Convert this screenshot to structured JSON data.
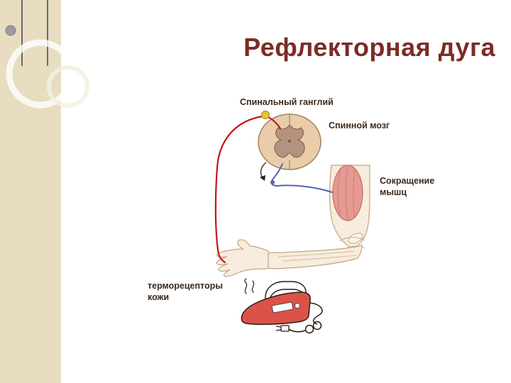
{
  "slide": {
    "title": "Рефлекторная дуга"
  },
  "diagram": {
    "labels": {
      "spinal_ganglion": "Спинальный ганглий",
      "spinal_cord": "Спинной мозг",
      "muscle_contraction": "Сокращение мышц",
      "skin_thermoreceptors": "терморецепторы кожи"
    },
    "colors": {
      "title": "#7d2b25",
      "sidebar_bg": "#e8ddc1",
      "sensory_path_red": "#c41414",
      "motor_path_blue": "#5663ae",
      "ganglion_yellow": "#e6c23c",
      "muscle_pink": "#e59a92",
      "skin": "#f7ecdd",
      "spinal_cord_tan": "#e9cdab",
      "iron_red": "#db5348"
    }
  }
}
